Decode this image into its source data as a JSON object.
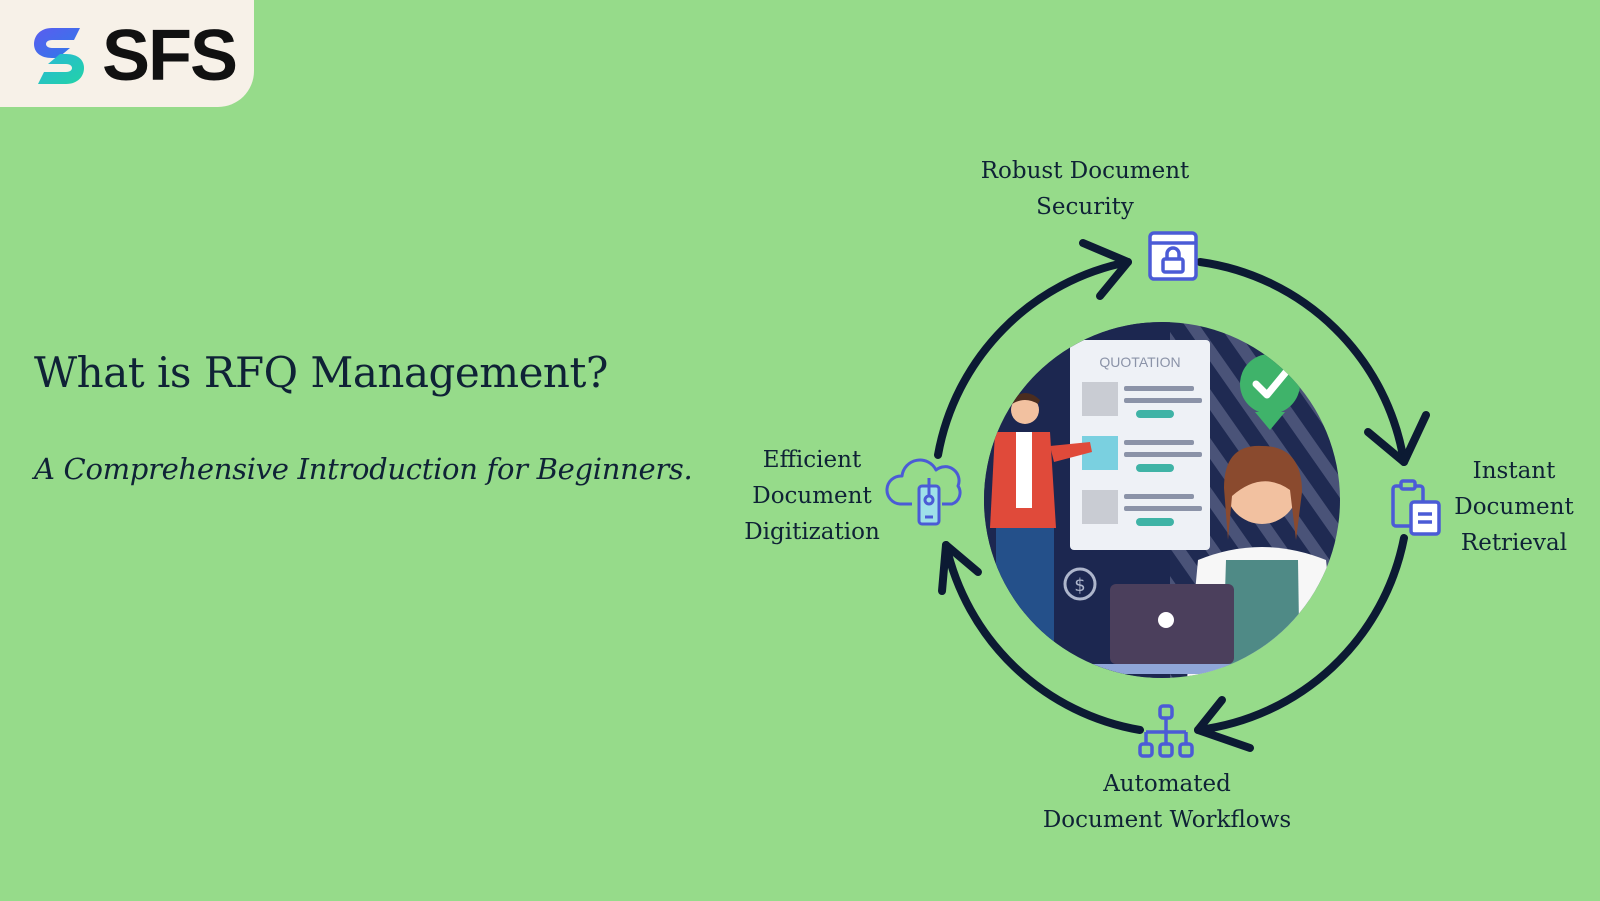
{
  "brand": {
    "name": "SFS"
  },
  "headline": {
    "title": "What is RFQ Management?",
    "subtitle": "A Comprehensive Introduction for Beginners."
  },
  "cycle": {
    "nodes": [
      {
        "id": "top",
        "lines": [
          "Robust Document",
          "Security"
        ],
        "icon": "lock-window-icon"
      },
      {
        "id": "right",
        "lines": [
          "Instant",
          "Document",
          "Retrieval"
        ],
        "icon": "clipboard-document-icon"
      },
      {
        "id": "bottom",
        "lines": [
          "Automated",
          "Document Workflows"
        ],
        "icon": "workflow-hierarchy-icon"
      },
      {
        "id": "left",
        "lines": [
          "Efficient",
          "Document",
          "Digitization"
        ],
        "icon": "cloud-upload-phone-icon"
      }
    ],
    "illustration": {
      "document_heading": "QUOTATION"
    }
  },
  "colors": {
    "background": "#96db8a",
    "text": "#0f2236",
    "arrow": "#0c1a33",
    "icon": "#4b5bd6",
    "logo_bg": "#f7f1e8"
  }
}
